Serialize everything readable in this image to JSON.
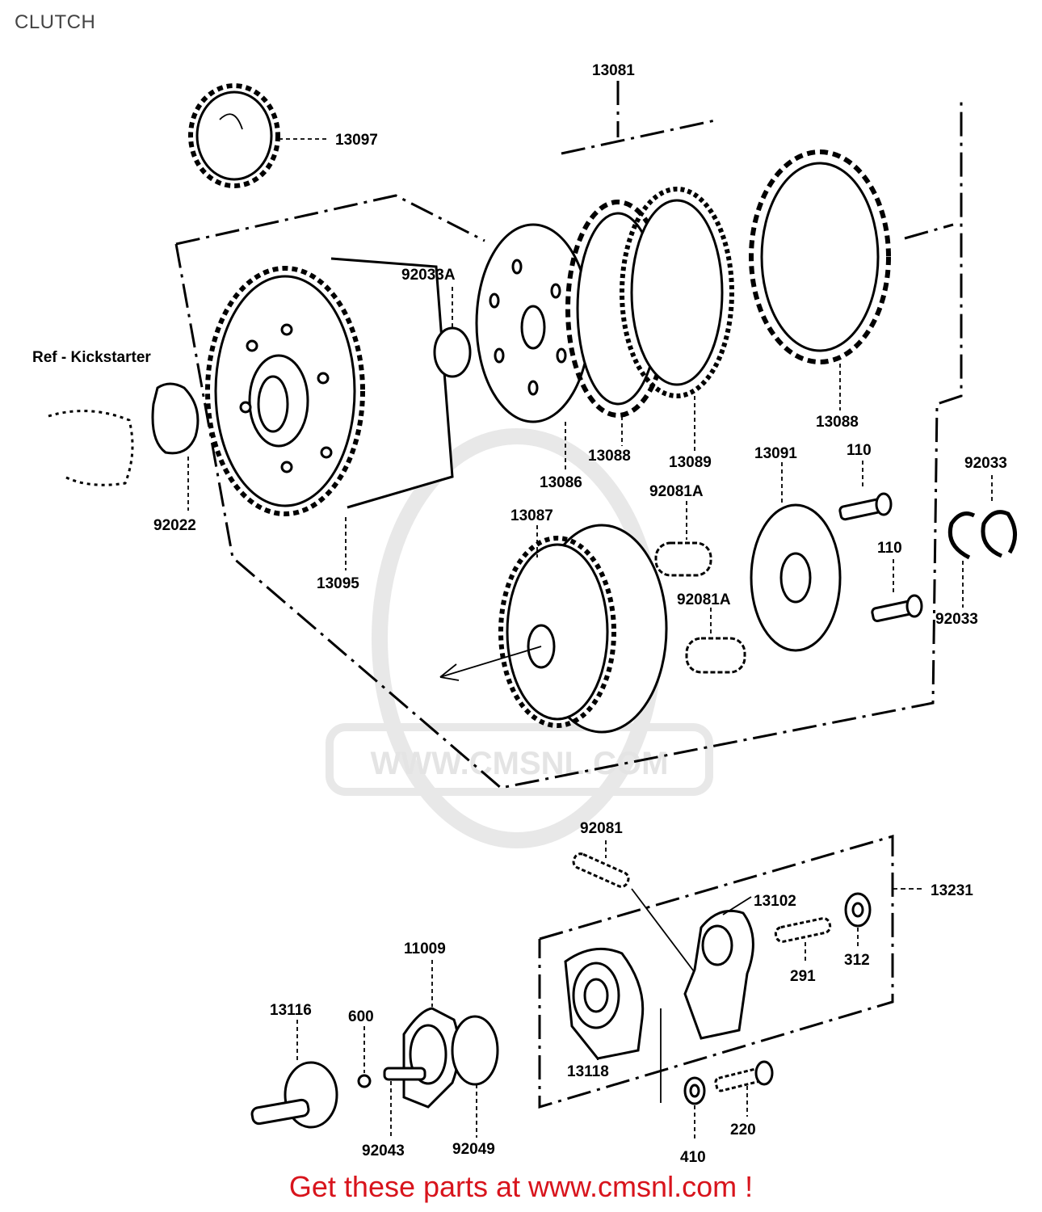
{
  "header": {
    "title": "CLUTCH"
  },
  "watermark": {
    "text": "WWW.CMSNL.COM"
  },
  "footer": {
    "text": "Get these parts at www.cmsnl.com !"
  },
  "colors": {
    "footer": "#d8141c",
    "line": "#000000",
    "watermark": "#e4e4e4"
  },
  "labels": {
    "p13081": "13081",
    "p13097": "13097",
    "p92033A": "92033A",
    "ref_kick": "Ref  - Kickstarter",
    "p92022": "92022",
    "p13095": "13095",
    "p13086": "13086",
    "p13088a": "13088",
    "p13089": "13089",
    "p13088b": "13088",
    "p13091": "13091",
    "p110a": "110",
    "p110b": "110",
    "p92033a": "92033",
    "p92033b": "92033",
    "p92081Aa": "92081A",
    "p92081Ab": "92081A",
    "p13087": "13087",
    "p92081": "92081",
    "p13231": "13231",
    "p13102": "13102",
    "p291": "291",
    "p312": "312",
    "p11009": "11009",
    "p13116": "13116",
    "p600": "600",
    "p13118": "13118",
    "p410": "410",
    "p220": "220",
    "p92043": "92043",
    "p92049": "92049"
  }
}
